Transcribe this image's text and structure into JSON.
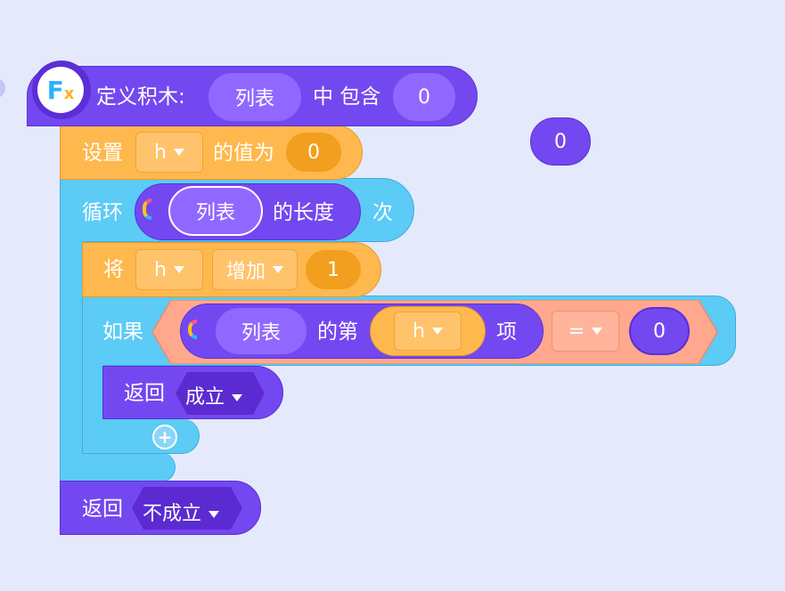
{
  "define": {
    "icon_letter": "F",
    "icon_sub": "x",
    "label": "定义积木:",
    "param_list": "列表",
    "middle": "中 包含",
    "param_value": "0"
  },
  "floating_value": "0",
  "set_block": {
    "label_set": "设置",
    "var": "h",
    "label_value": "的值为",
    "value": "0"
  },
  "repeat_block": {
    "label": "循环",
    "list_name": "列表",
    "length_label": "的长度",
    "times_label": "次"
  },
  "change_block": {
    "label": "将",
    "var": "h",
    "op": "增加",
    "value": "1"
  },
  "if_block": {
    "label": "如果",
    "list_name": "列表",
    "item_label": "的第",
    "index_var": "h",
    "item_suffix": "项",
    "compare_op": "=",
    "compare_value": "0"
  },
  "return_true": {
    "label": "返回",
    "value": "成立"
  },
  "add_symbol": "+",
  "return_false": {
    "label": "返回",
    "value": "不成立"
  },
  "colors": {
    "background": "#e4eafb",
    "procedure_purple": "#7448f0",
    "variable_orange": "#ffb84d",
    "control_cyan": "#5ccbf6",
    "operator_salmon": "#ffa88d"
  }
}
